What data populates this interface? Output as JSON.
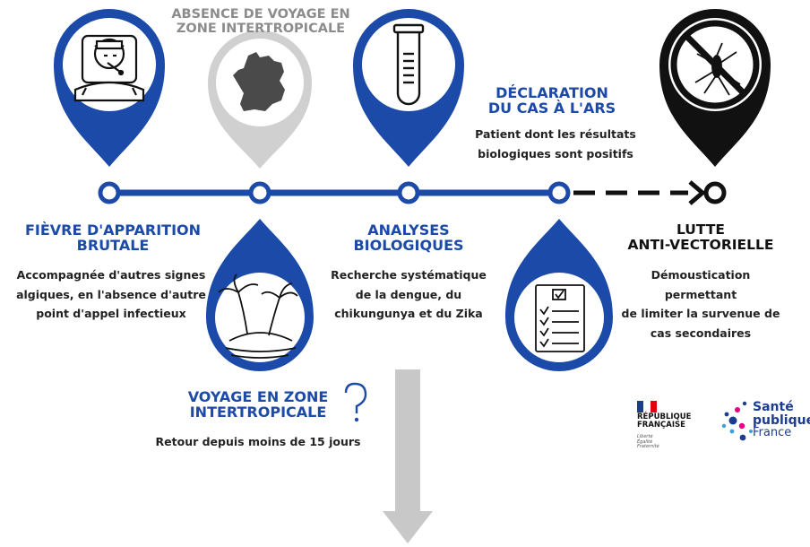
{
  "steps": [
    {
      "title": "FIÈVRE D'APPARITION BRUTALE",
      "title_lines": [
        "FIÈVRE D'APPARITION",
        "BRUTALE"
      ],
      "body_lines": [
        "Accompagnée d'autres signes",
        "algiques, en l'absence d'autre",
        "point d'appel infectieux"
      ],
      "icon": "sick-person-thermometer-icon",
      "color": "#1b4aa8"
    },
    {
      "title": "ABSENCE DE VOYAGE EN ZONE INTERTROPICALE",
      "title_lines": [
        "ABSENCE DE VOYAGE EN",
        "ZONE INTERTROPICALE"
      ],
      "icon": "france-map-icon",
      "color": "#d0d0d0"
    },
    {
      "title": "VOYAGE EN ZONE INTERTROPICALE",
      "title_lines": [
        "VOYAGE EN ZONE",
        "INTERTROPICALE"
      ],
      "body_lines": [
        "Retour depuis moins de 15 jours"
      ],
      "icon": "palm-island-icon",
      "question_icon": "question-mark-icon",
      "color": "#1b4aa8"
    },
    {
      "title": "ANALYSES BIOLOGIQUES",
      "title_lines": [
        "ANALYSES",
        "BIOLOGIQUES"
      ],
      "body_lines": [
        "Recherche systématique",
        "de la dengue, du",
        "chikungunya et du Zika"
      ],
      "icon": "test-tube-icon",
      "color": "#1b4aa8"
    },
    {
      "title": "DÉCLARATION DU CAS À L'ARS",
      "title_lines": [
        "DÉCLARATION",
        "DU CAS À L'ARS"
      ],
      "body_lines": [
        "Patient dont les résultats",
        "biologiques sont positifs"
      ],
      "icon": "checklist-icon",
      "color": "#1b4aa8"
    },
    {
      "title": "LUTTE ANTI-VECTORIELLE",
      "title_lines": [
        "LUTTE",
        "ANTI-VECTORIELLE"
      ],
      "body_lines": [
        "Démoustication permettant",
        "de limiter la survenue de",
        "cas secondaires"
      ],
      "icon": "no-mosquito-icon",
      "color": "#111111"
    }
  ],
  "logos": {
    "republique": {
      "lines": [
        "RÉPUBLIQUE",
        "FRANÇAISE"
      ],
      "motto": [
        "Liberté",
        "Égalité",
        "Fraternité"
      ]
    },
    "sante_publique": {
      "lines": [
        "Santé",
        "publique",
        "France"
      ]
    }
  },
  "colors": {
    "primary": "#1b4aa8",
    "inactive": "#d0d0d0",
    "text": "#222222",
    "arrow": "#c8c8c8"
  }
}
